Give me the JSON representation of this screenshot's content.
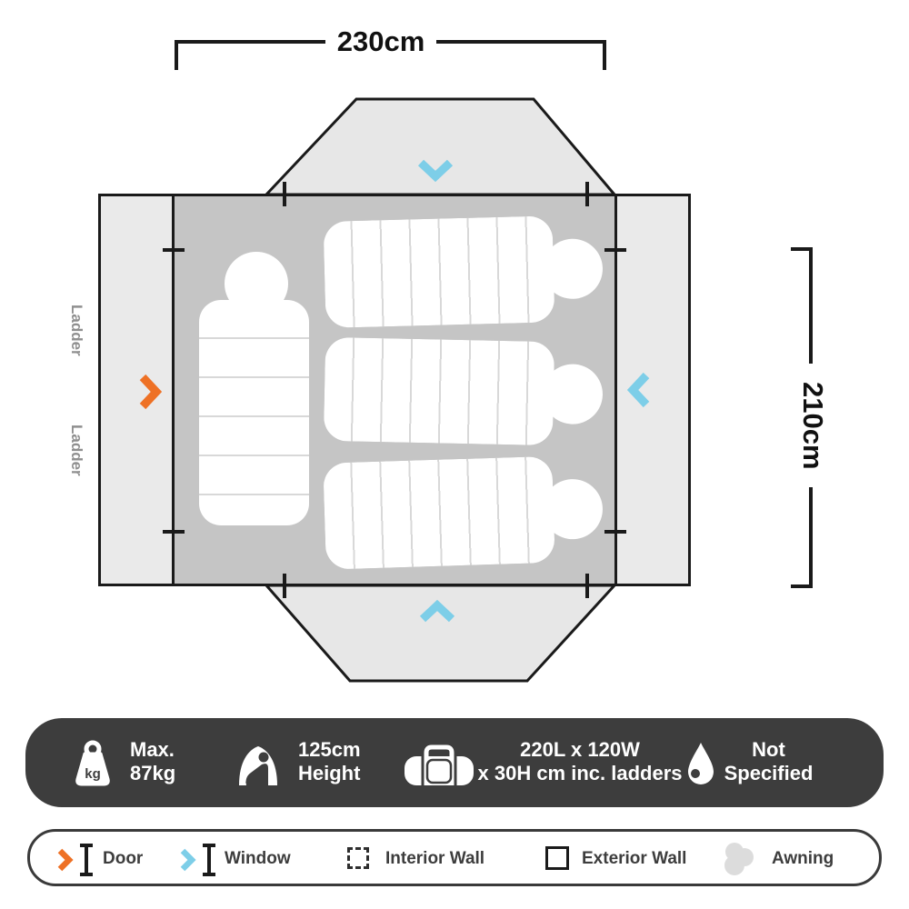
{
  "dimensions": {
    "width": "230cm",
    "height": "210cm"
  },
  "floorplan": {
    "ladders": [
      "Ladder",
      "Ladder"
    ],
    "sleeping_bags": {
      "vertical_count": 1,
      "horizontal_count": 3
    }
  },
  "specs": {
    "items": [
      {
        "icon": "weight-kg-icon",
        "icon_text": "kg",
        "line1": "Max.",
        "line2": "87kg"
      },
      {
        "icon": "person-height-icon",
        "line1": "125cm",
        "line2": "Height"
      },
      {
        "icon": "duffel-bag-icon",
        "line1": "220L x 120W",
        "line2": "x 30H cm inc. ladders"
      },
      {
        "icon": "water-drop-icon",
        "line1": "Not",
        "line2": "Specified"
      }
    ]
  },
  "legend": {
    "items": [
      {
        "icon": "door-marker-icon",
        "label": "Door"
      },
      {
        "icon": "window-marker-icon",
        "label": "Window"
      },
      {
        "icon": "interior-wall-icon",
        "label": "Interior Wall"
      },
      {
        "icon": "exterior-wall-icon",
        "label": "Exterior Wall"
      },
      {
        "icon": "awning-icon",
        "label": "Awning"
      }
    ]
  },
  "colors": {
    "door_accent": "#EE7125",
    "window_accent": "#7DCEE8",
    "wall_line": "#1A1A1A",
    "interior_fill": "#C5C5C5",
    "wing_fill": "#EAEAEA",
    "awning_fill": "#E7E7E7",
    "spec_bar_bg": "#3D3D3D",
    "ladder_text": "#8F8F8F"
  }
}
